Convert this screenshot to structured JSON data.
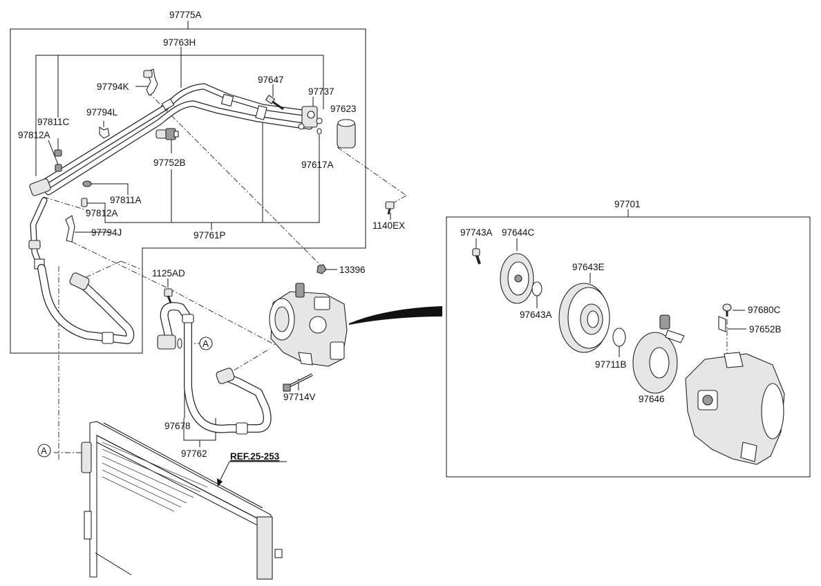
{
  "diagram": {
    "callouts": {
      "assembly_top": "97775A",
      "pipe_upper": "97763H",
      "clip_k": "97794K",
      "bolt_647": "97647",
      "oring_737": "97737",
      "drier_623": "97623",
      "cap_811c": "97811C",
      "clip_l": "97794L",
      "cap_812a_upper": "97812A",
      "switch_752b": "97752B",
      "oring_617a": "97617A",
      "cap_811a": "97811A",
      "cap_812a_lower": "97812A",
      "bracket_794j": "97794J",
      "pipe_lower": "97761P",
      "bolt_1140ex": "1140EX",
      "nut_13396": "13396",
      "bolt_1125ad": "1125AD",
      "bolt_714v": "97714V",
      "hose_678": "97678",
      "hose_762": "97762",
      "connector_a_upper": "A",
      "connector_a_lower": "A",
      "ref_condenser": "REF.25-253",
      "compressor_assy": "97701",
      "bolt_743a": "97743A",
      "hub_644c": "97644C",
      "pulley_643e": "97643E",
      "shim_643a": "97643A",
      "screw_680c": "97680C",
      "bracket_652b": "97652B",
      "snapring_711b": "97711B",
      "coil_646": "97646"
    }
  }
}
